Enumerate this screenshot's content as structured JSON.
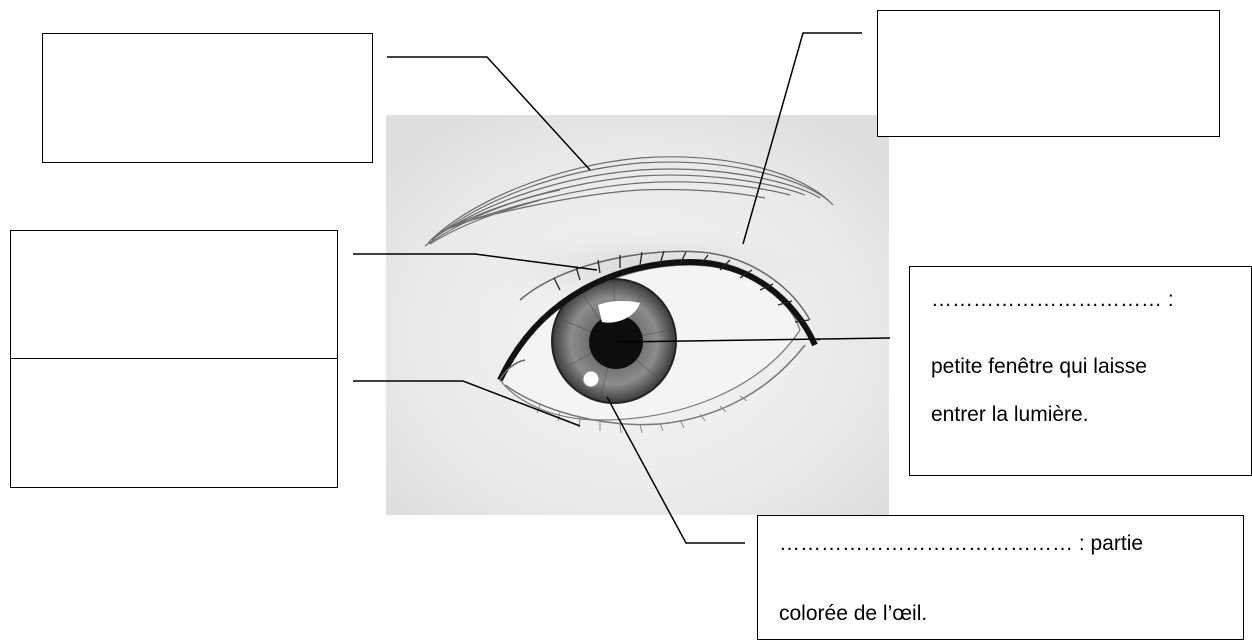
{
  "diagram": {
    "label_boxes": [
      {
        "name": "eyebrow-label-box",
        "text": ""
      },
      {
        "name": "eyelid-label-box",
        "text": ""
      },
      {
        "name": "eyelash-label-box",
        "text": ""
      },
      {
        "name": "lower-eyelid-label-box",
        "text": ""
      },
      {
        "name": "pupil-label-box",
        "blank": "…………………………… :",
        "definition_line1": "petite fenêtre qui laisse",
        "definition_line2": "entrer la lumière."
      },
      {
        "name": "iris-label-box",
        "blank_line": "…………………………………… : partie",
        "definition_line2": "colorée de l’œil."
      }
    ]
  }
}
